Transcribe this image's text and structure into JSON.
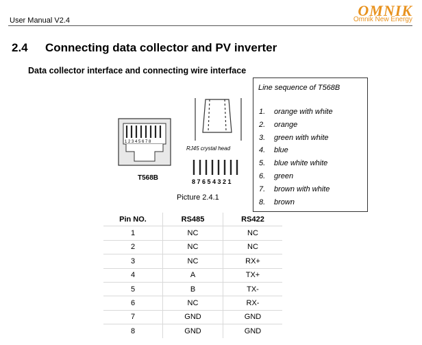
{
  "header": {
    "manual_version": "User Manual V2.4",
    "logo_text": "OMNIK",
    "logo_tagline": "Omnik New Energy"
  },
  "section": {
    "number": "2.4",
    "title": "Connecting data collector and PV inverter"
  },
  "subtitle": "Data collector interface and connecting wire interface",
  "figure": {
    "jack_digits": "1 2 3 4 5 6 7 8",
    "jack_label": "T568B",
    "rj45_label": "RJ45 crystal head",
    "plug_digits": "8 7 6 5 4 3 2 1",
    "caption": "Picture 2.4.1"
  },
  "line_sequence": {
    "title": "Line sequence of T568B",
    "items": [
      {
        "num": "1.",
        "label": "orange with white"
      },
      {
        "num": "2.",
        "label": "orange"
      },
      {
        "num": "3.",
        "label": "green with white"
      },
      {
        "num": "4.",
        "label": "blue"
      },
      {
        "num": "5.",
        "label": "blue white white"
      },
      {
        "num": "6.",
        "label": "green"
      },
      {
        "num": "7.",
        "label": "brown with white"
      },
      {
        "num": "8.",
        "label": "brown"
      }
    ]
  },
  "pin_table": {
    "headers": [
      "Pin NO.",
      "RS485",
      "RS422"
    ],
    "rows": [
      [
        "1",
        "NC",
        "NC"
      ],
      [
        "2",
        "NC",
        "NC"
      ],
      [
        "3",
        "NC",
        "RX+"
      ],
      [
        "4",
        "A",
        "TX+"
      ],
      [
        "5",
        "B",
        "TX-"
      ],
      [
        "6",
        "NC",
        "RX-"
      ],
      [
        "7",
        "GND",
        "GND"
      ],
      [
        "8",
        "GND",
        "GND"
      ]
    ]
  },
  "colors": {
    "brand_orange": "#e8921e"
  }
}
